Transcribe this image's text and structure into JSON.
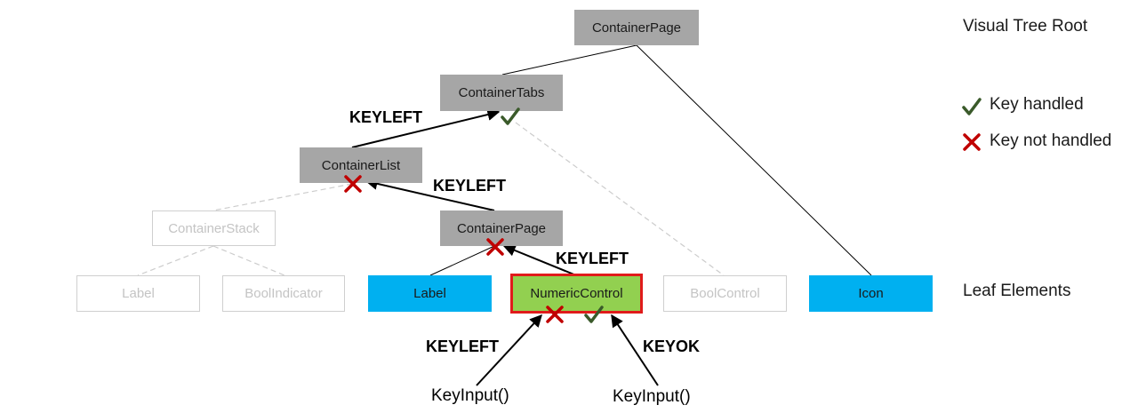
{
  "nodes": {
    "container_page_root": "ContainerPage",
    "container_tabs": "ContainerTabs",
    "container_list": "ContainerList",
    "container_stack": "ContainerStack",
    "container_page_inner": "ContainerPage",
    "label_faded": "Label",
    "bool_indicator": "BoolIndicator",
    "label_leaf": "Label",
    "numeric_control": "NumericControl",
    "bool_control": "BoolControl",
    "icon_leaf": "Icon"
  },
  "edge_labels": {
    "list_to_tabs": "KEYLEFT",
    "page_to_list": "KEYLEFT",
    "numeric_to_page": "KEYLEFT",
    "input1_to_numeric": "KEYLEFT",
    "input2_to_numeric": "KEYOK"
  },
  "calls": {
    "input_left": "KeyInput()",
    "input_right": "KeyInput()"
  },
  "side_labels": {
    "tree_root": "Visual Tree Root",
    "leaf_elements": "Leaf Elements"
  },
  "legend": {
    "handled": "Key handled",
    "not_handled": "Key not handled"
  },
  "colors": {
    "container": "#a6a6a6",
    "leaf_active": "#00b0f0",
    "focused_control": "#92d050",
    "focus_border": "#e01b1b",
    "check": "#3a5a2a",
    "cross": "#c00000",
    "inactive": "#cfcfcf"
  },
  "icons": {
    "handled": "check-icon",
    "not_handled": "cross-icon"
  }
}
